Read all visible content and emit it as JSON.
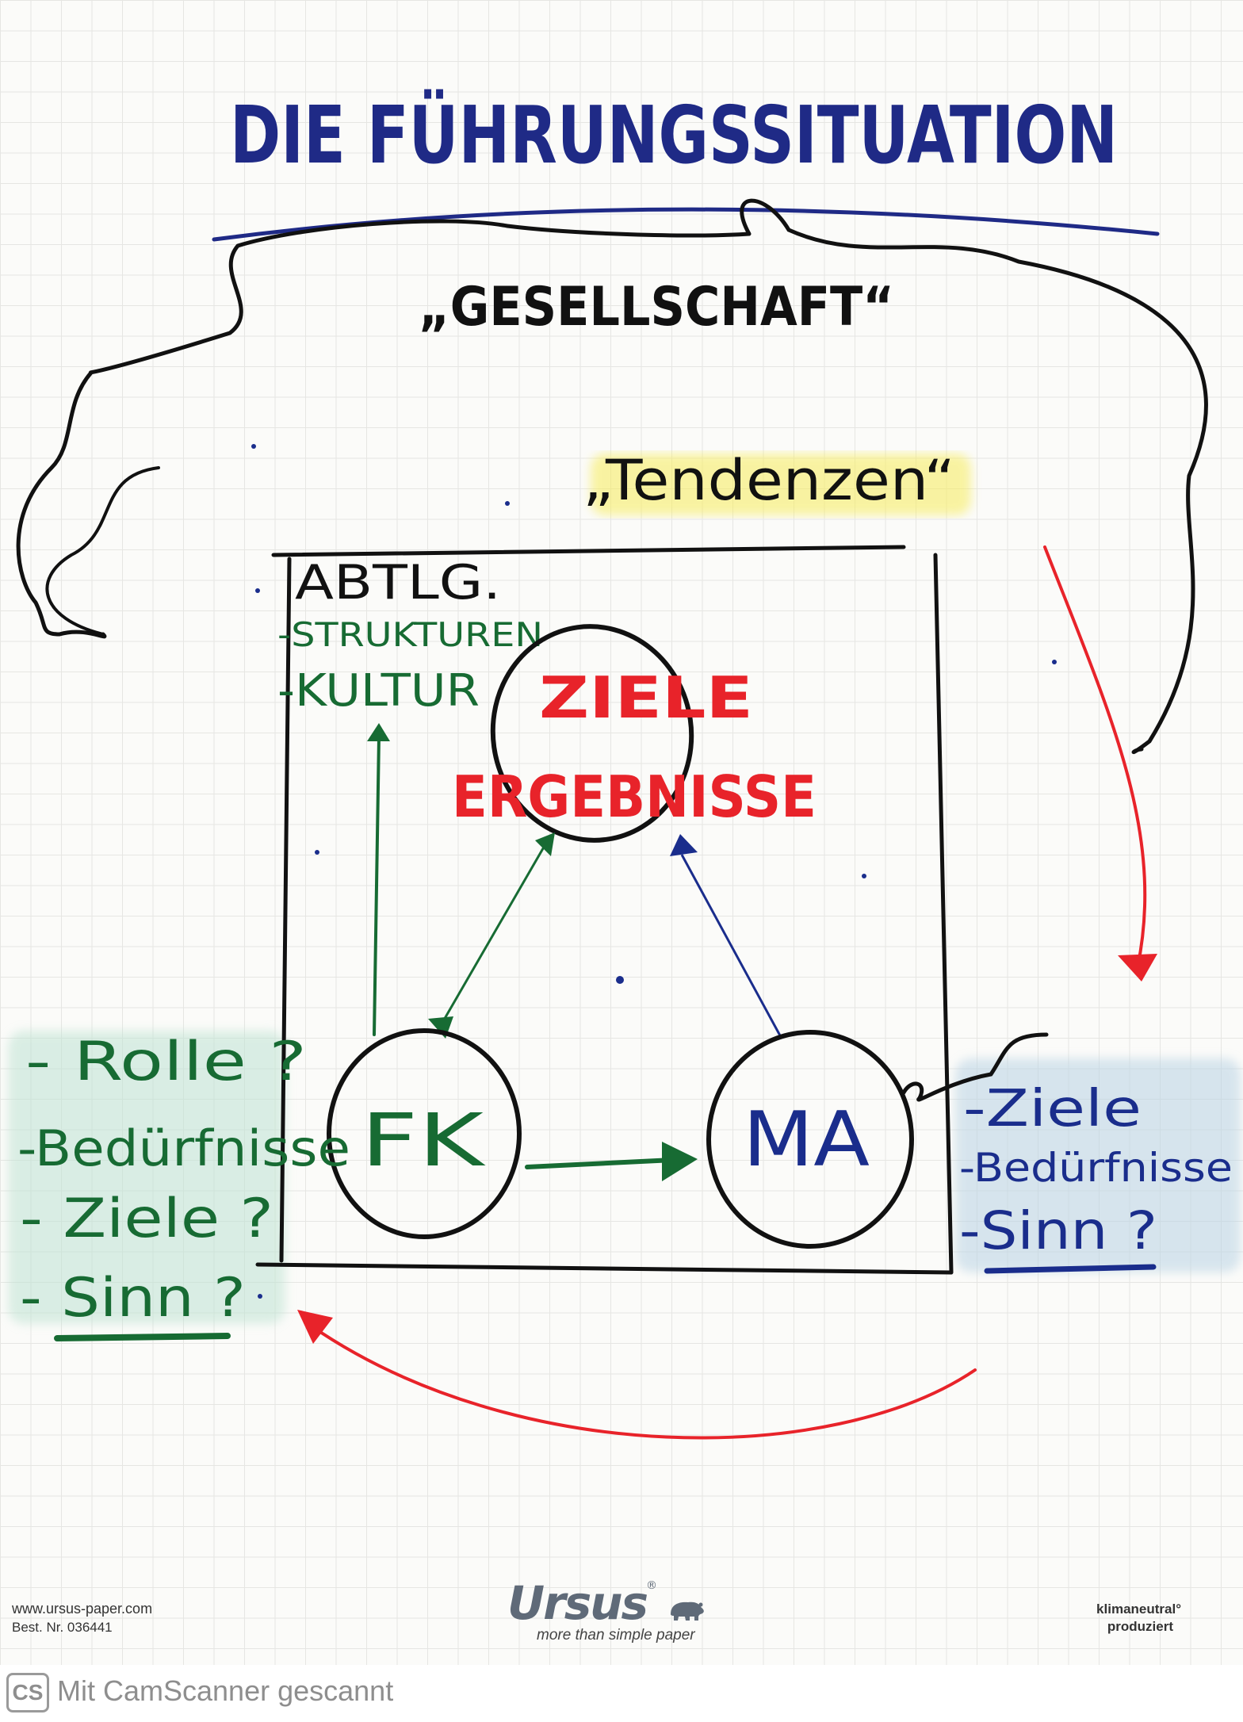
{
  "title": "DIE FÜHRUNGSSITUATION",
  "cloud_label": "„GESELLSCHAFT“",
  "trend_label": "„Tendenzen“",
  "org_box": {
    "label": "ABTLG.",
    "items": [
      "-STRUKTUREN",
      "-KULTUR"
    ]
  },
  "center_circle": {
    "line1": "ZIELE",
    "line2": "ERGEBNISSE"
  },
  "fk_circle": "FK",
  "ma_circle": "MA",
  "fk_list": [
    "- Rolle ?",
    "-Bedürfnisse",
    "- Ziele ?",
    "- Sinn ?"
  ],
  "ma_list": [
    "-Ziele",
    "-Bedürfnisse",
    "-Sinn ?"
  ],
  "colors": {
    "title_blue": "#1f2a86",
    "ink_black": "#111111",
    "ink_green": "#176b33",
    "ink_red": "#e8232a",
    "ink_blue": "#1a2d8c",
    "highlight_yellow": "#f7ec5a",
    "highlight_teal": "#bfe3d3",
    "highlight_blue": "#b9d3e4"
  },
  "footer": {
    "url": "www.ursus-paper.com",
    "order_no": "Best. Nr. 036441",
    "brand": "Ursus",
    "brand_mark": "®",
    "tagline": "more than simple paper",
    "climate_line1": "klimaneutral°",
    "climate_line2": "produziert"
  },
  "scanner": {
    "badge": "CS",
    "text": "Mit CamScanner gescannt"
  }
}
